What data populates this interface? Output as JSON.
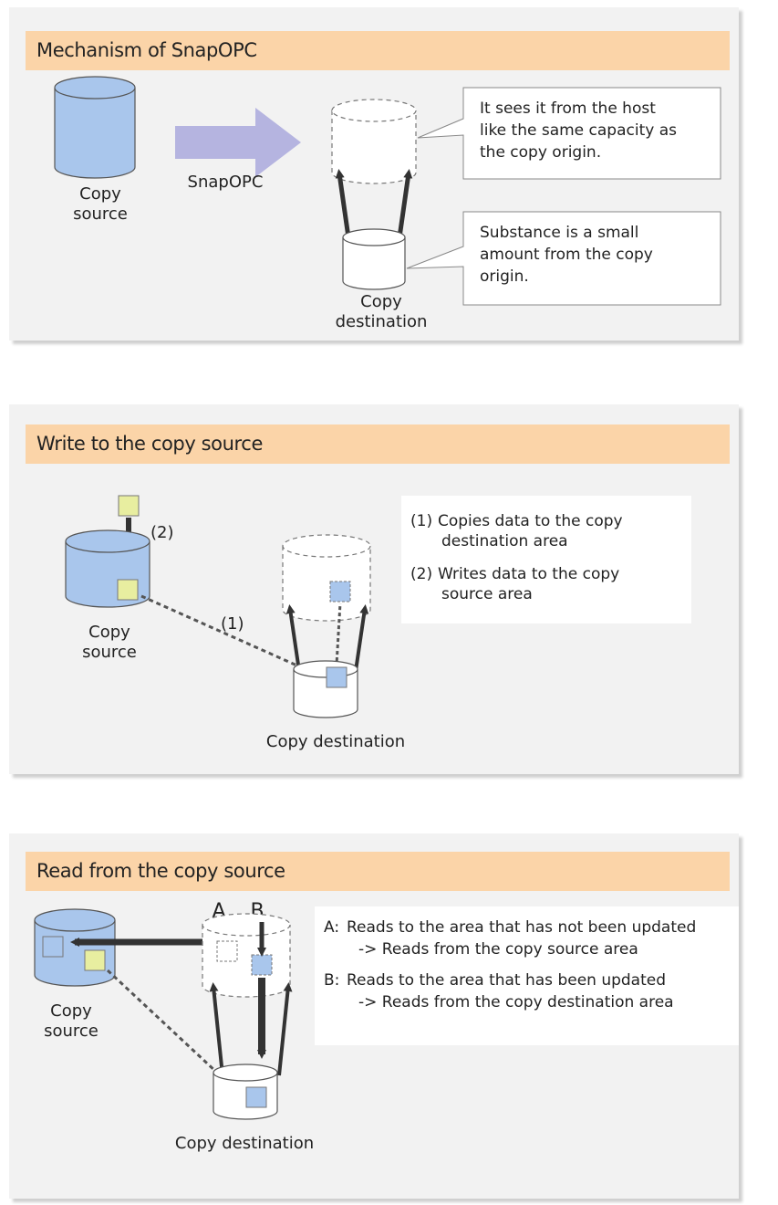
{
  "panels": {
    "mechanism": {
      "title": "Mechanism of SnapOPC",
      "source_label_1": "Copy",
      "source_label_2": "source",
      "arrow_label": "SnapOPC",
      "dest_label_1": "Copy",
      "dest_label_2": "destination",
      "callout_top": [
        "It sees it from the host",
        "like the same capacity as",
        "the copy origin."
      ],
      "callout_bottom": [
        "Substance is a small",
        "amount from the copy",
        "origin."
      ]
    },
    "write": {
      "title": "Write to the copy source",
      "step2_marker": "(2)",
      "step1_marker": "(1)",
      "source_label_1": "Copy",
      "source_label_2": "source",
      "dest_label": "Copy destination",
      "legend": [
        {
          "mark": "(1)",
          "line1": "Copies data to the copy",
          "line2": "destination area"
        },
        {
          "mark": "(2)",
          "line1": "Writes data to the copy",
          "line2": "source area"
        }
      ]
    },
    "read": {
      "title": "Read from the copy source",
      "marker_a": "A",
      "marker_b": "B",
      "source_label_1": "Copy",
      "source_label_2": "source",
      "dest_label": "Copy destination",
      "legend": [
        {
          "mark": "A:",
          "line1": "Reads to the area that has not been updated",
          "line2": "-> Reads from the copy source area"
        },
        {
          "mark": "B:",
          "line1": "Reads to the area that has been updated",
          "line2": "-> Reads from the copy destination area"
        }
      ]
    }
  },
  "colors": {
    "panel_bg": "#f2f2f2",
    "title_bg": "#fbd4a8",
    "source_fill": "#a9c6ec",
    "data_yellow": "#e8eea0",
    "data_blue": "#a9c6ec",
    "arrow_lavender": "#b5b4e0",
    "arrow_dark": "#333333"
  }
}
